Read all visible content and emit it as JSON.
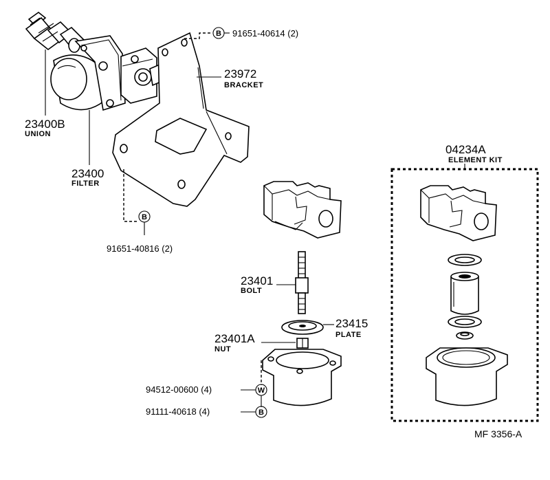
{
  "labels": {
    "union_number": "23400B",
    "union_name": "UNION",
    "filter_number": "23400",
    "filter_name": "FILTER",
    "bracket_number": "23972",
    "bracket_name": "BRACKET",
    "bolt_top_callout": "91651-40614 (2)",
    "bolt_bottom_callout": "91651-40816 (2)",
    "bolt_number": "23401",
    "bolt_name": "BOLT",
    "plate_number": "23415",
    "plate_name": "PLATE",
    "nut_number": "23401A",
    "nut_name": "NUT",
    "washer_callout": "94512-00600 (4)",
    "bolt_small_callout": "91111-40618 (4)",
    "kit_number": "04234A",
    "kit_name": "ELEMENT KIT",
    "reference": "MF  3356-A"
  },
  "badges": {
    "bolt_badge": "B",
    "washer_badge": "W"
  },
  "icons": [
    "bolt-b-icon",
    "washer-w-icon"
  ]
}
